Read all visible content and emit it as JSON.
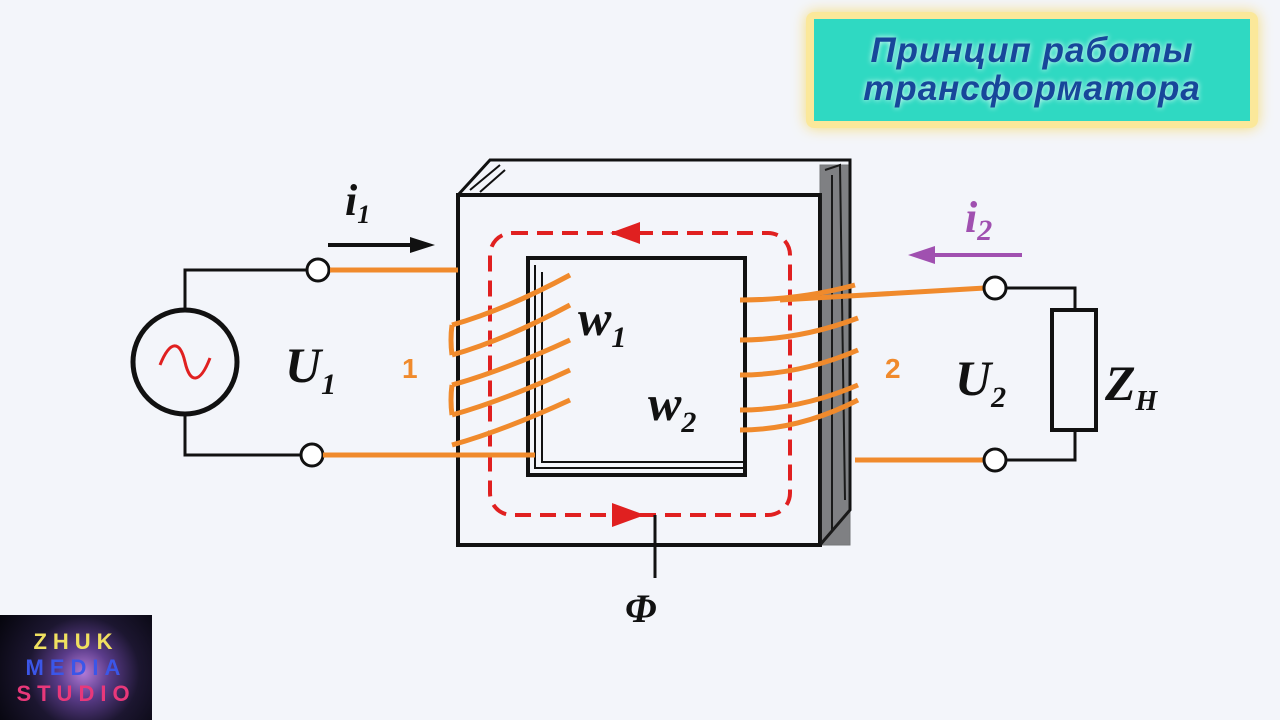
{
  "title": {
    "line1": "Принцип работы",
    "line2": "трансформатора"
  },
  "logo": {
    "line1": "ZHUK",
    "line2": "MEDIA",
    "line3": "STUDIO"
  },
  "labels": {
    "i1": "i",
    "i1_sub": "1",
    "i2": "i",
    "i2_sub": "2",
    "U1": "U",
    "U1_sub": "1",
    "U2": "U",
    "U2_sub": "2",
    "w1": "w",
    "w1_sub": "1",
    "w2": "w",
    "w2_sub": "2",
    "Z": "Z",
    "Z_sub": "H",
    "coil1": "1",
    "coil2": "2",
    "flux": "Φ"
  },
  "colors": {
    "wire": "#f08a2c",
    "flux": "#e02020",
    "i2": "#a050b0",
    "title_bg": "#2fd9c2",
    "title_text": "#17479a"
  }
}
